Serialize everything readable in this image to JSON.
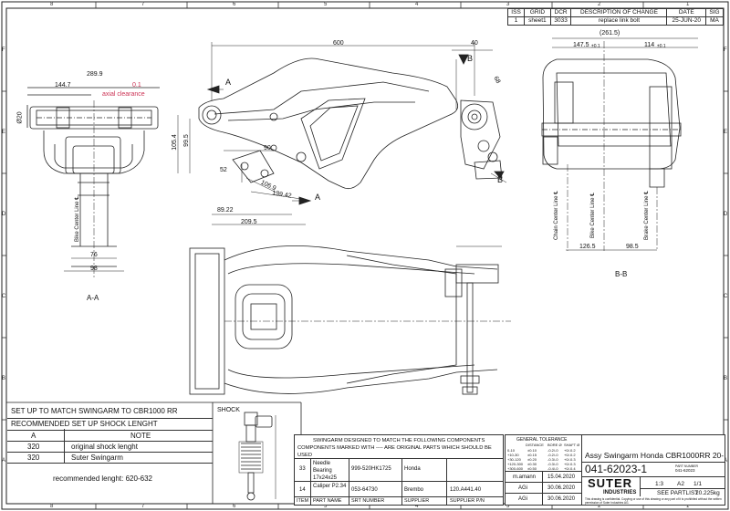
{
  "zones": {
    "top": [
      "8",
      "7",
      "6",
      "5",
      "4",
      "3",
      "2",
      "1"
    ],
    "side": [
      "F",
      "E",
      "D",
      "C",
      "B",
      "A"
    ]
  },
  "revision": {
    "headers": [
      "ISS",
      "GRID",
      "DCR",
      "DESCRIPTION OF CHANGE",
      "DATE",
      "SIG"
    ],
    "row": [
      "1",
      "sheet1",
      "3033",
      "replace link bolt",
      "25-JUN-20",
      "MA"
    ]
  },
  "dims": {
    "aa_width": "289.9",
    "aa_half": "144.7",
    "aa_tol": "0.1",
    "aa_clear": "axial clearance",
    "aa_dia": "Ø20",
    "d600": "600",
    "d40": "40",
    "d68": "68",
    "d1054": "105.4",
    "d995": "99.5",
    "d90": "90",
    "d52": "52",
    "d1069": "106.9",
    "d13942": "139.42",
    "d8922": "89.22",
    "d2095": "209.5",
    "d2615": "(261.5)",
    "d1475": "147.5",
    "d1475_tol": "±0.1",
    "d114": "114",
    "d114_tol": "±0.1",
    "d1265": "126.5",
    "d985": "98.5",
    "d76": "76",
    "d98": "98"
  },
  "labels": {
    "sec_a_top": "A",
    "sec_a_bottom": "A",
    "sec_b_top": "B",
    "sec_b_bottom": "B",
    "view_aa": "A-A",
    "view_bb": "B-B",
    "bike_cl": "Bike Center Line ℄",
    "chain_cl": "Chain Center Line ℄",
    "brake_cl": "Brake Center Line ℄",
    "shock": "SHOCK"
  },
  "setup": {
    "title": "SET UP TO MATCH SWINGARM TO CBR1000 RR",
    "subtitle": "RECOMMENDED SET UP SHOCK LENGHT",
    "col_a": "A",
    "col_note": "NOTE",
    "rows": [
      {
        "a": "320",
        "note": "original shock lenght"
      },
      {
        "a": "320",
        "note": "Suter Swingarm"
      }
    ],
    "recommended": "recommended lenght: 620-632"
  },
  "components": {
    "line1": "SWINGARM DESIGNED TO MATCH THE FOLLOWING COMPONENTS",
    "line2": "COMPONENTS MARKED WITH ---- ARE ORIGINAL PARTS WHICH SHOULD BE USED",
    "rows": [
      {
        "item": "33",
        "name": "Needle Bearing 17x24x25",
        "srt": "999-520HK1725",
        "supplier": "Honda",
        "pn": ""
      },
      {
        "item": "14",
        "name": "Caliper P2.34",
        "srt": "053-64730",
        "supplier": "Brembo",
        "pn": "120.A441.40"
      }
    ],
    "headers": [
      "ITEM",
      "PART NAME",
      "SRT NUMBER",
      "SUPPLIER",
      "SUPPLIER P/N"
    ]
  },
  "tolerance": {
    "title": "GENERAL TOLERANCE",
    "cols": [
      "DISTANCE",
      "BORE Ø",
      "SHAFT Ø"
    ],
    "rows": [
      [
        "0-10",
        "±0.10",
        "-0.2/-0",
        "+0/-0.2"
      ],
      [
        "+10-30",
        "±0.15",
        "-0.2/-0",
        "+0/-0.2"
      ],
      [
        "+30-120",
        "±0.20",
        "-0.3/-0",
        "+0/-0.3"
      ],
      [
        "+120-300",
        "±0.30",
        "-0.3/-0",
        "+0/-0.3"
      ],
      [
        "+300-600",
        "±0.50",
        "-0.4/-0",
        "+0/-0.4"
      ]
    ]
  },
  "signoff": [
    {
      "who": "m.amann",
      "date": "15.04.2020"
    },
    {
      "who": "AGi",
      "date": "30.06.2020"
    },
    {
      "who": "AGi",
      "date": "30.06.2020"
    }
  ],
  "title_block": {
    "designation": "Assy Swingarm Honda CBR1000RR 20-",
    "part_no": "041-62023-1",
    "part_no_label": "PART NUMBER",
    "part_no_small": "041-62023",
    "logo_top": "SUTER",
    "logo_bottom": "INDUSTRIES",
    "scale": "1:3",
    "size": "A2",
    "sheet": "1/1",
    "material": "SEE PARTLIST",
    "weight": "20.225kg",
    "confidential": "This drawing is confidential. Copying or use of this drawing or any part of it is prohibited without the written permission of Suter Industries AG."
  }
}
